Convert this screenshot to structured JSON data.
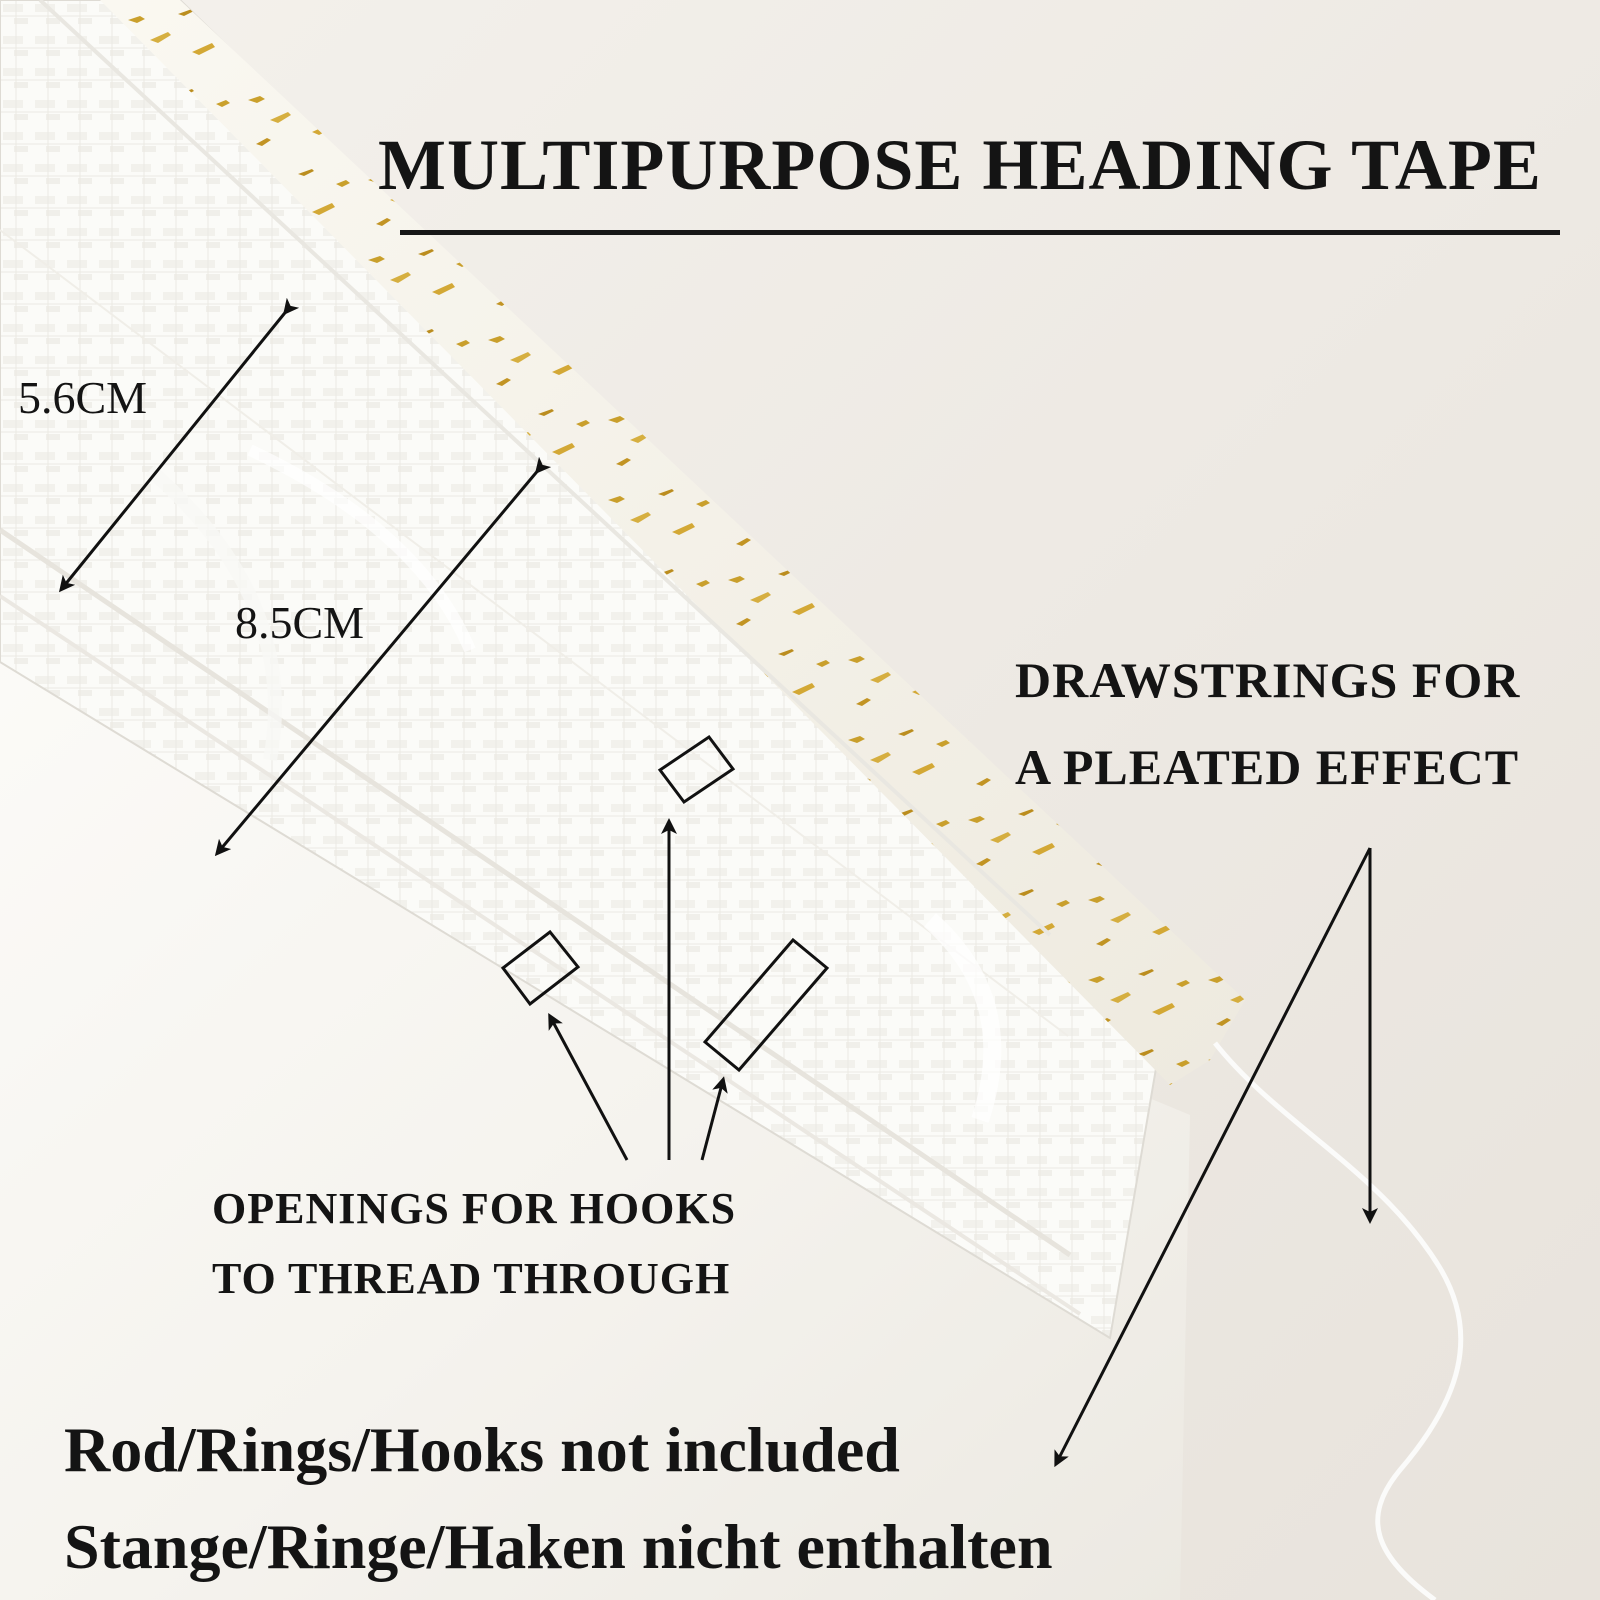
{
  "image": {
    "title": "MULTIPURPOSE HEADING TAPE",
    "measurements": {
      "upper_width": "5.6CM",
      "lower_width": "8.5CM"
    },
    "drawstrings": {
      "line1": "DRAWSTRINGS FOR",
      "line2": "A PLEATED EFFECT"
    },
    "openings": {
      "line1": "OPENINGS FOR HOOKS",
      "line2": "TO THREAD THROUGH"
    },
    "notice": {
      "english": "Rod/Rings/Hooks not included",
      "german": "Stange/Ringe/Haken nicht enthalten"
    }
  },
  "palette": {
    "background": "#efebe6",
    "fabric": "#f8f7f3",
    "tape": "#fbfbf8",
    "gold": "#c79b22",
    "ink": "#141414"
  },
  "icons": [
    "measurement-arrow-icon",
    "hook-opening-outline-icon",
    "drawstring-arrow-icon"
  ]
}
